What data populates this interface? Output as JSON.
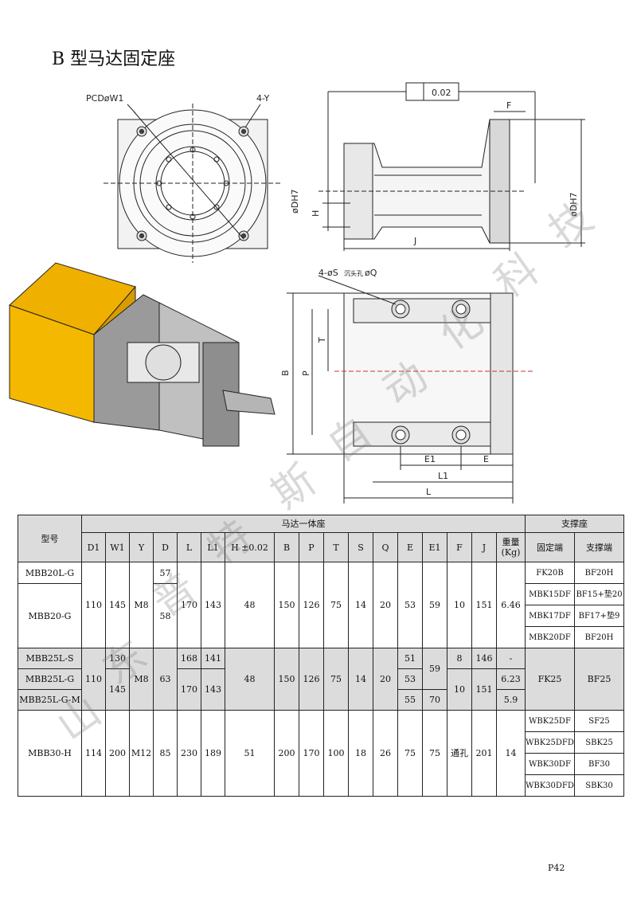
{
  "title": "B 型马达固定座",
  "drawing_labels": {
    "pcd": "PCDøW1",
    "four_y": "4-Y",
    "flatness": "0.02",
    "f": "F",
    "odh7_left": "øDH7",
    "h": "H",
    "odh7_right": "øDH7",
    "j": "J",
    "four_s": "4-øS",
    "counterbore": "沉头孔",
    "oq": "øQ",
    "b": "B",
    "p": "P",
    "t": "T",
    "e1": "E1",
    "e": "E",
    "l1": "L1",
    "l": "L"
  },
  "watermark_chars": [
    "山",
    "东",
    "普",
    "特",
    "斯",
    "自",
    "动",
    "化",
    "科",
    "技"
  ],
  "table": {
    "h_model": "型号",
    "h_group_motor": "马达一体座",
    "h_group_support": "支撑座",
    "cols": [
      "D1",
      "W1",
      "Y",
      "D",
      "L",
      "L1",
      "H ±0.02",
      "B",
      "P",
      "T",
      "S",
      "Q",
      "E",
      "E1",
      "F",
      "J",
      "重量 (Kg)"
    ],
    "h_fixed": "固定端",
    "h_support": "支撑端",
    "g1": {
      "m1": "MBB20L-G",
      "m2": "MBB20-G",
      "d1": "110",
      "w1": "145",
      "y": "M8",
      "d_a": "57",
      "d_b": "58",
      "l": "170",
      "l1": "143",
      "h": "48",
      "b": "150",
      "p": "126",
      "t": "75",
      "s": "14",
      "q": "20",
      "e": "53",
      "e1": "59",
      "f": "10",
      "j": "151",
      "w": "6.46",
      "fixed": [
        "FK20B",
        "MBK15DF",
        "MBK17DF",
        "MBK20DF"
      ],
      "support": [
        "BF20H",
        "BF15+垫20",
        "BF17+垫9",
        "BF20H"
      ]
    },
    "g2": {
      "m1": "MBB25L-S",
      "m2": "MBB25L-G",
      "m3": "MBB25L-G-M",
      "d1": "110",
      "w1_a": "130",
      "w1_b": "145",
      "y": "M8",
      "d": "63",
      "l_a": "168",
      "l_b": "170",
      "l1_a": "141",
      "l1_b": "143",
      "h": "48",
      "b": "150",
      "p": "126",
      "t": "75",
      "s": "14",
      "q": "20",
      "e_a": "51",
      "e_b": "53",
      "e_c": "55",
      "e1_a": "59",
      "e1_c": "70",
      "f_a": "8",
      "f_b": "10",
      "j_a": "146",
      "j_b": "151",
      "w_a": "-",
      "w_b": "6.23",
      "w_c": "5.9",
      "fixed": "FK25",
      "support": "BF25"
    },
    "g3": {
      "m": "MBB30-H",
      "d1": "114",
      "w1": "200",
      "y": "M12",
      "d": "85",
      "l": "230",
      "l1": "189",
      "h": "51",
      "b": "200",
      "p": "170",
      "t": "100",
      "s": "18",
      "q": "26",
      "e": "75",
      "e1": "75",
      "f": "通孔",
      "j": "201",
      "w": "14",
      "fixed": [
        "WBK25DF",
        "WBK25DFD",
        "WBK30DF",
        "WBK30DFD"
      ],
      "support": [
        "SF25",
        "SBK25",
        "BF30",
        "SBK30"
      ]
    }
  },
  "page_number": "P42"
}
